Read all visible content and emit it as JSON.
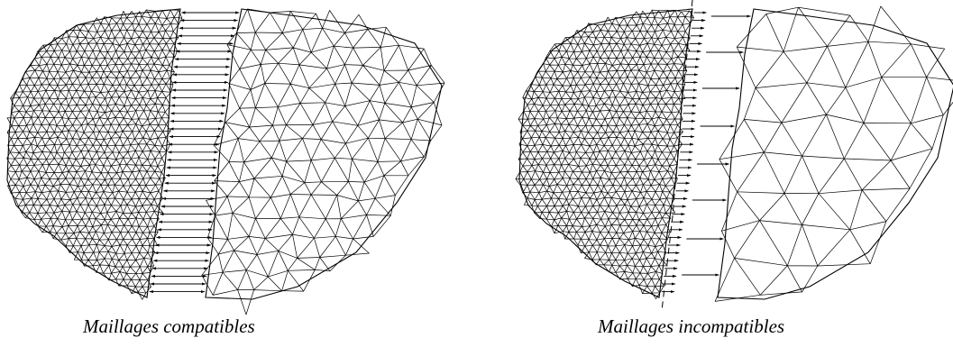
{
  "figures": [
    {
      "caption": "Maillages compatibles",
      "interface": "compatible"
    },
    {
      "caption": "Maillages incompatibles",
      "interface": "incompatible"
    }
  ],
  "colors": {
    "line": "#000000",
    "background": "#ffffff"
  }
}
